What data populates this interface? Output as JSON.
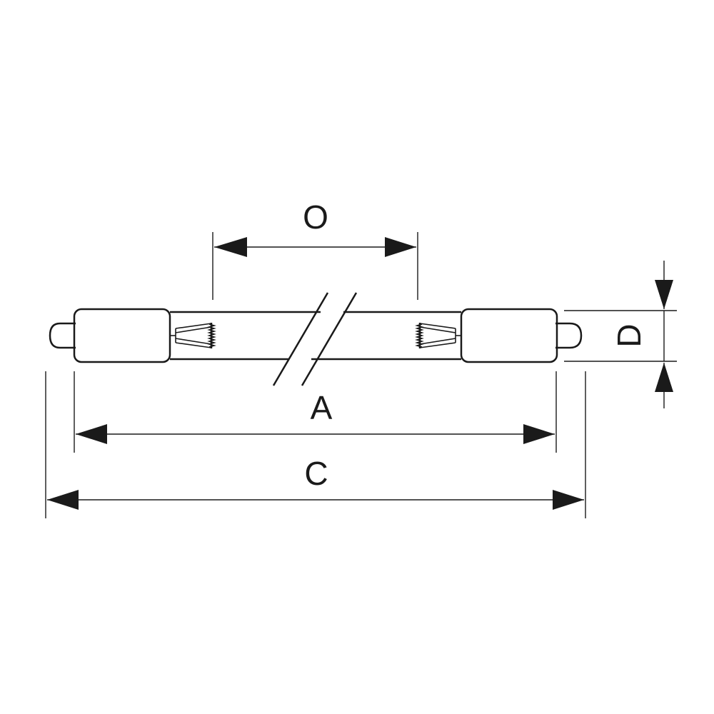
{
  "diagram": {
    "labels": {
      "O": "O",
      "A": "A",
      "C": "C",
      "D": "D"
    },
    "colors": {
      "line": "#1a1a1a",
      "background": "#ffffff"
    }
  }
}
